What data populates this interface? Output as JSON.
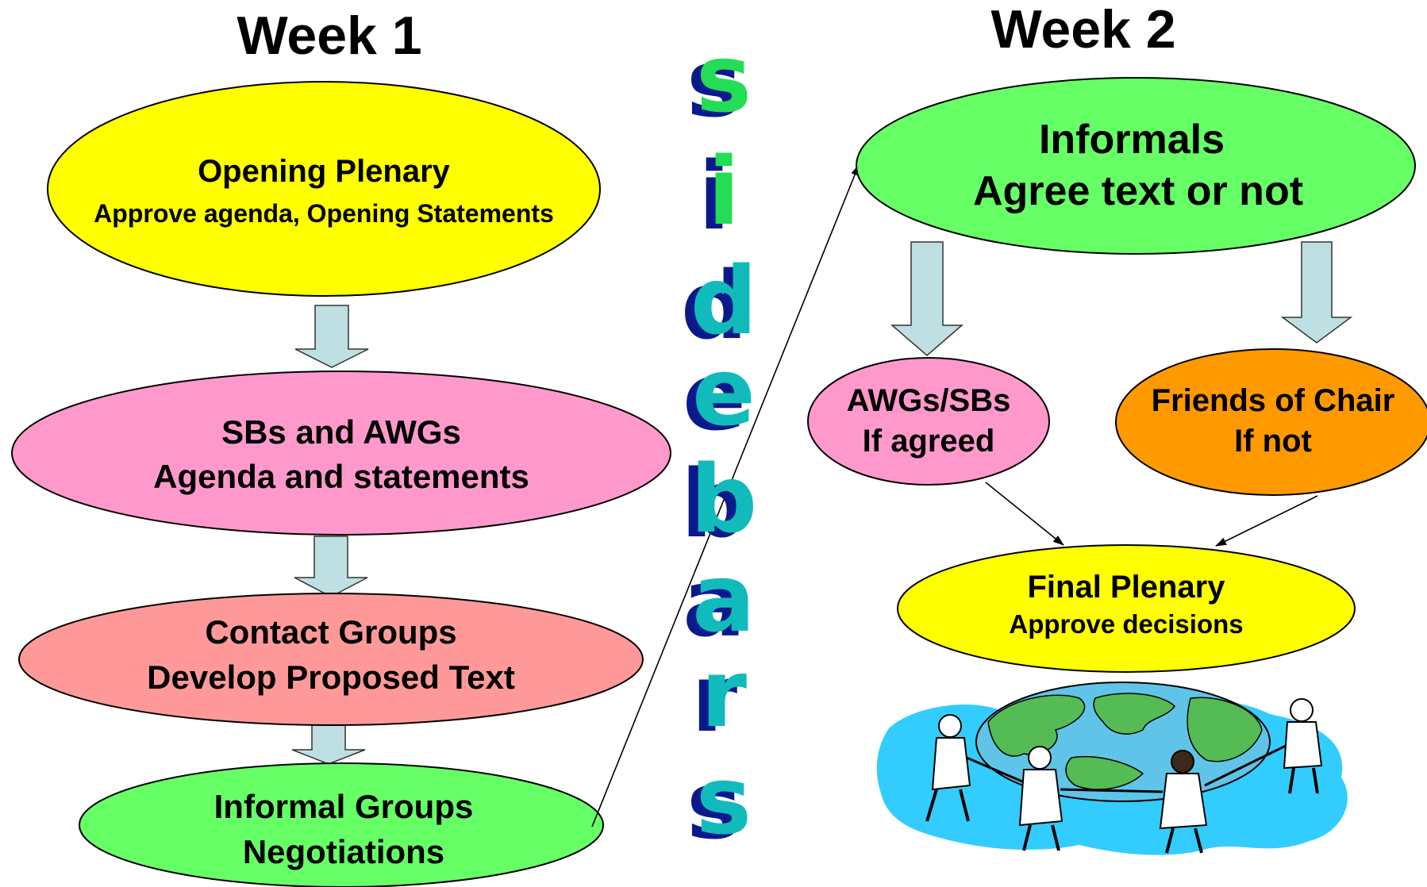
{
  "week1": {
    "title": "Week 1",
    "opening_plenary": {
      "line1": "Opening Plenary",
      "line2": "Approve agenda, Opening Statements",
      "color": "#ffff00"
    },
    "sbs_awgs": {
      "line1": "SBs and AWGs",
      "line2": "Agenda and statements",
      "color": "#ff99cc"
    },
    "contact_groups": {
      "line1": "Contact Groups",
      "line2": "Develop Proposed Text",
      "color": "#ff9999"
    },
    "informal_groups": {
      "line1": "Informal Groups",
      "line2": "Negotiations",
      "color": "#66ff66"
    }
  },
  "week2": {
    "title": "Week 2",
    "informals": {
      "line1": "Informals",
      "line2": "Agree text or not",
      "color": "#66ff66"
    },
    "awgs_sbs": {
      "line1": "AWGs/SBs",
      "line2": "If agreed",
      "color": "#ff99cc"
    },
    "friends_of_chair": {
      "line1": "Friends of Chair",
      "line2": "If not",
      "color": "#ff9900"
    },
    "final_plenary": {
      "line1": "Final Plenary",
      "line2": "Approve decisions",
      "color": "#ffff00"
    }
  },
  "sidebars": {
    "letters": [
      "s",
      "i",
      "d",
      "e",
      "b",
      "a",
      "r",
      "s"
    ],
    "shadow_color": "#0a1a8c",
    "front_colors": [
      "#22dd55",
      "#22dd55",
      "#11bbbb",
      "#11bbbb",
      "#11bbbb",
      "#11bbbb",
      "#11bbbb",
      "#11bbbb"
    ]
  },
  "arrow_color": "#bfe0e3",
  "clipart": {
    "name": "globe-people-clipart"
  }
}
